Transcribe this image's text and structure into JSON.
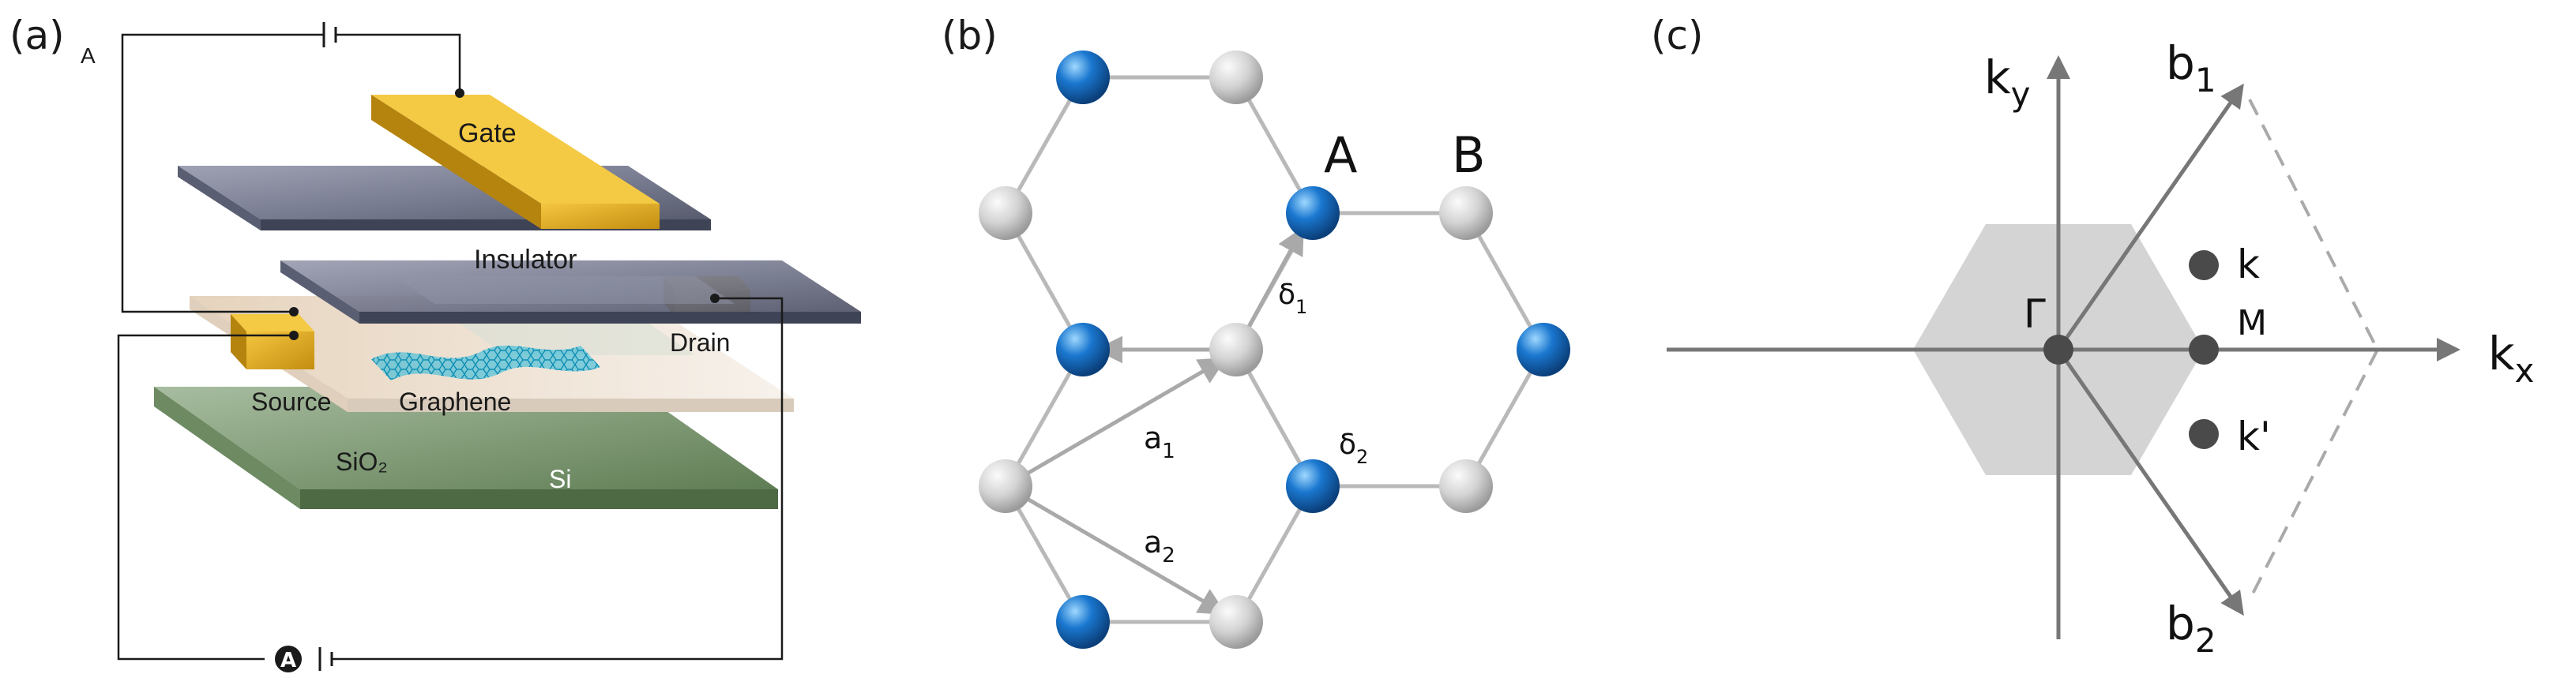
{
  "panels": {
    "a": {
      "label": "(a)",
      "circuit_mark": "A",
      "ammeter_symbol": "A",
      "layers": {
        "gate": "Gate",
        "insulator": "Insulator",
        "drain": "Drain",
        "source": "Source",
        "graphene": "Graphene",
        "sio2": "SiO₂",
        "si": "Si"
      }
    },
    "b": {
      "label": "(b)",
      "sublattice_a": "A",
      "sublattice_b": "B",
      "vectors": {
        "a1_base": "a",
        "a1_sub": "1",
        "a2_base": "a",
        "a2_sub": "2",
        "d1_base": "δ",
        "d1_sub": "1",
        "d2_base": "δ",
        "d2_sub": "2"
      }
    },
    "c": {
      "label": "(c)",
      "axes": {
        "ky_base": "k",
        "ky_sub": "y",
        "kx_base": "k",
        "kx_sub": "x"
      },
      "reciprocal": {
        "b1_base": "b",
        "b1_sub": "1",
        "b2_base": "b",
        "b2_sub": "2"
      },
      "points": {
        "gamma": "Γ",
        "k": "k",
        "m": "M",
        "k_prime": "k'"
      }
    }
  },
  "colors": {
    "gold": "#d9a31a",
    "gold_dark": "#a87a0c",
    "plate_blue": "#7d8196",
    "sio2": "#efe6da",
    "si": "#8aa37e",
    "graphene": "#23b6d8",
    "atom_a": "#1a77cf",
    "atom_b": "#d3d3d3",
    "bond": "#b9b9b9",
    "arrow": "#a9a9a9",
    "axis": "#777777",
    "brillouin_zone": "#d4d4d4",
    "point": "#4a4a4a"
  }
}
